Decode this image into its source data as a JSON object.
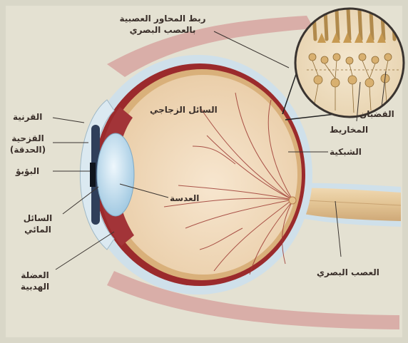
{
  "labels": {
    "cornea": "القرنية",
    "iris_line1": "القزحية",
    "iris_line2": "(الحدقة)",
    "pupil": "البؤبؤ",
    "aqueous_line1": "السائل",
    "aqueous_line2": "المائي",
    "ciliary_line1": "العضلة",
    "ciliary_line2": "الهدبية",
    "vitreous": "السائل الزجاجي",
    "lens": "العدسة",
    "retina": "الشبكية",
    "optic_nerve": "العصب البصري",
    "rods": "القضبان",
    "cones": "المخاريط",
    "axons_line1": "ربط المحاور العصبية",
    "axons_line2": "بالعصب البصري"
  },
  "colors": {
    "background": "#d9d7c8",
    "sclera": "#cfe0ea",
    "choroid": "#9b2a2c",
    "vitreous": "#f2dcc0",
    "lens": "#c9e2f2",
    "iris": "#2f3f5a",
    "optic_nerve": "#e3c79c",
    "vessels": "#9d3a33",
    "muscle": "#d9a2a0"
  }
}
